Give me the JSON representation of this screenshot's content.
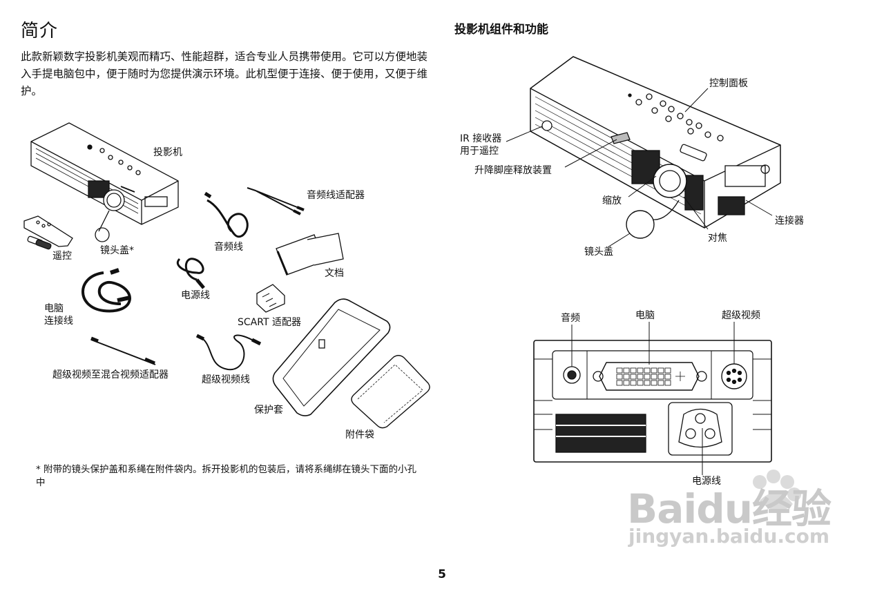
{
  "left": {
    "title": "简介",
    "intro": "此款新颖数字投影机美观而精巧、性能超群，适合专业人员携带使用。它可以方便地装入手提电脑包中，便于随时为您提供演示环境。此机型便于连接、便于使用，又便于维护。",
    "labels": {
      "projector": "投影机",
      "audio_adapter": "音频线适配器",
      "remote": "遥控",
      "lens_cap": "镜头盖*",
      "audio_cable": "音频线",
      "documentation": "文档",
      "computer_cable_1": "电脑",
      "computer_cable_2": "连接线",
      "power_cord": "电源线",
      "scart_adapter": "SCART 适配器",
      "svideo_composite_adapter": "超级视频至混合视频适配器",
      "svideo_cable": "超级视频线",
      "carry_case": "保护套",
      "accessory_bag": "附件袋"
    },
    "footnote": "* 附带的镜头保护盖和系绳在附件袋内。拆开投影机的包装后，请将系绳绑在镜头下面的小孔中"
  },
  "right": {
    "title": "投影机组件和功能",
    "labels": {
      "control_panel": "控制面板",
      "ir_receiver_1": "IR 接收器",
      "ir_receiver_2": "用于遥控",
      "elevator_release": "升降脚座释放装置",
      "zoom": "缩放",
      "connectors": "连接器",
      "focus": "对焦",
      "lens_cap": "镜头盖",
      "audio": "音频",
      "computer": "电脑",
      "svideo": "超级视频",
      "power_cord": "电源线"
    }
  },
  "page_number": "5",
  "watermark": {
    "brand": "Baidu经验",
    "url": "jingyan.baidu.com"
  }
}
